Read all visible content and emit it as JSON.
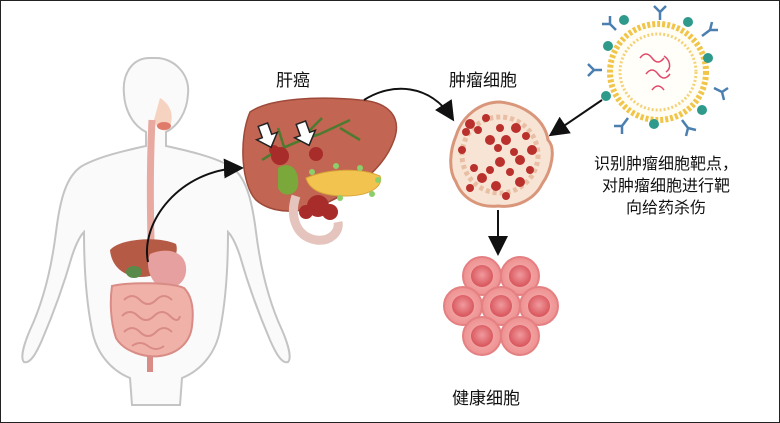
{
  "labels": {
    "liver_cancer": "肝癌",
    "tumor_cell": "肿瘤细胞",
    "healthy_cell": "健康细胞"
  },
  "description_lines": [
    "识别肿瘤细胞靶点，",
    "对肿瘤细胞进行靶",
    "向给药杀伤"
  ],
  "colors": {
    "body_outline": "#bdbdbd",
    "liver": "#c0634f",
    "tumor": "#b5302b",
    "healthy_cell": "#f2a3a3",
    "healthy_nucleus": "#e2686c",
    "arrow": "#111111",
    "nanoparticle_shell": "#f6d88a"
  }
}
